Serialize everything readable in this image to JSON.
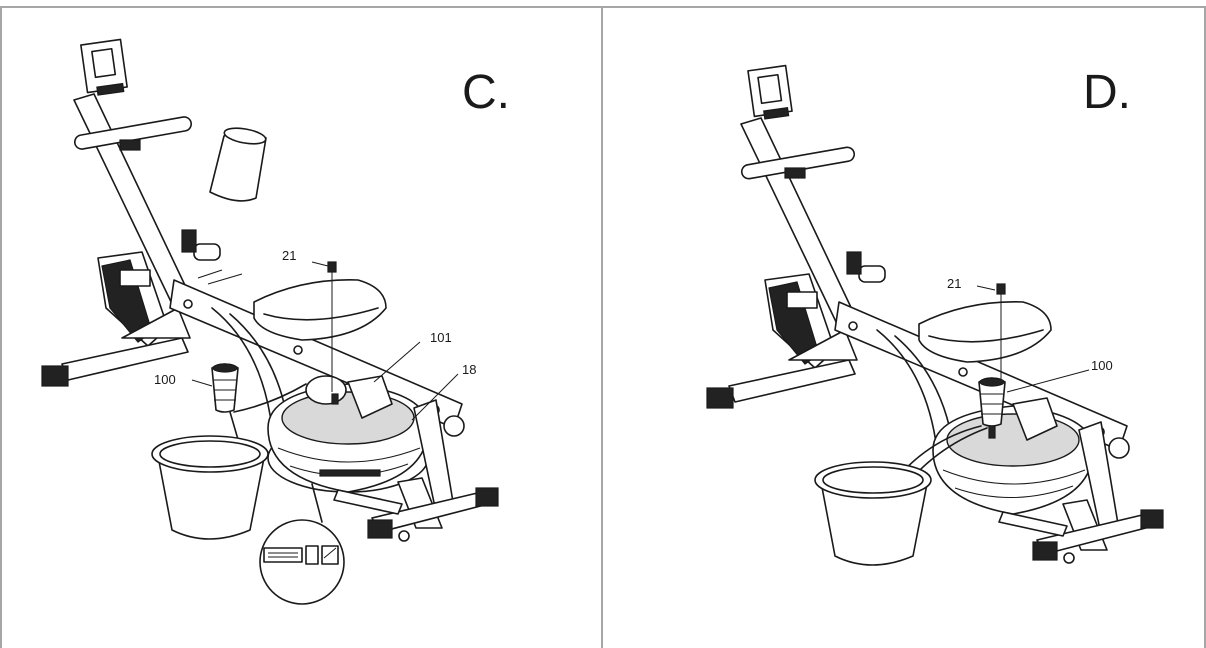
{
  "panels": [
    {
      "step": "C.",
      "callouts": [
        "21",
        "101",
        "18",
        "100"
      ]
    },
    {
      "step": "D.",
      "callouts": [
        "21",
        "100"
      ]
    }
  ]
}
